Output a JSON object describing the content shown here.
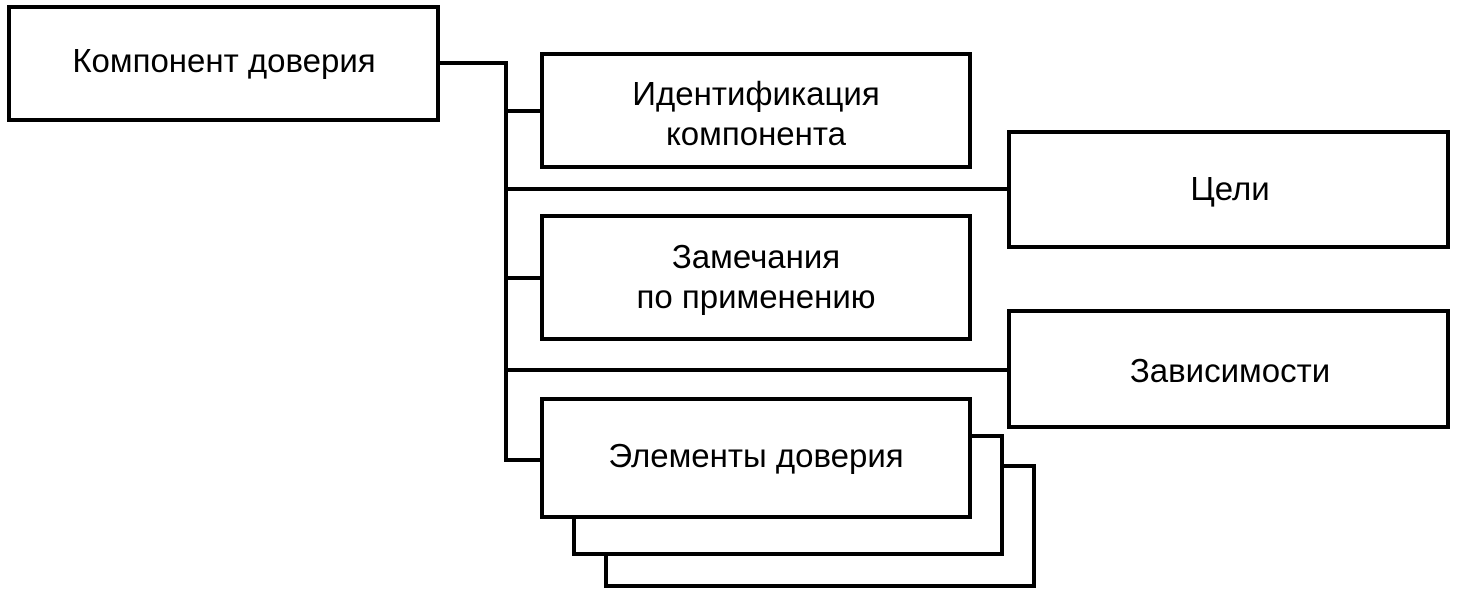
{
  "diagram": {
    "root": {
      "label": "Компонент доверия"
    },
    "identification": {
      "line1": "Идентификация",
      "line2": "компонента"
    },
    "objectives": {
      "label": "Цели"
    },
    "application_notes": {
      "line1": "Замечания",
      "line2": "по применению"
    },
    "dependencies": {
      "label": "Зависимости"
    },
    "elements": {
      "label": "Элементы доверия"
    }
  }
}
